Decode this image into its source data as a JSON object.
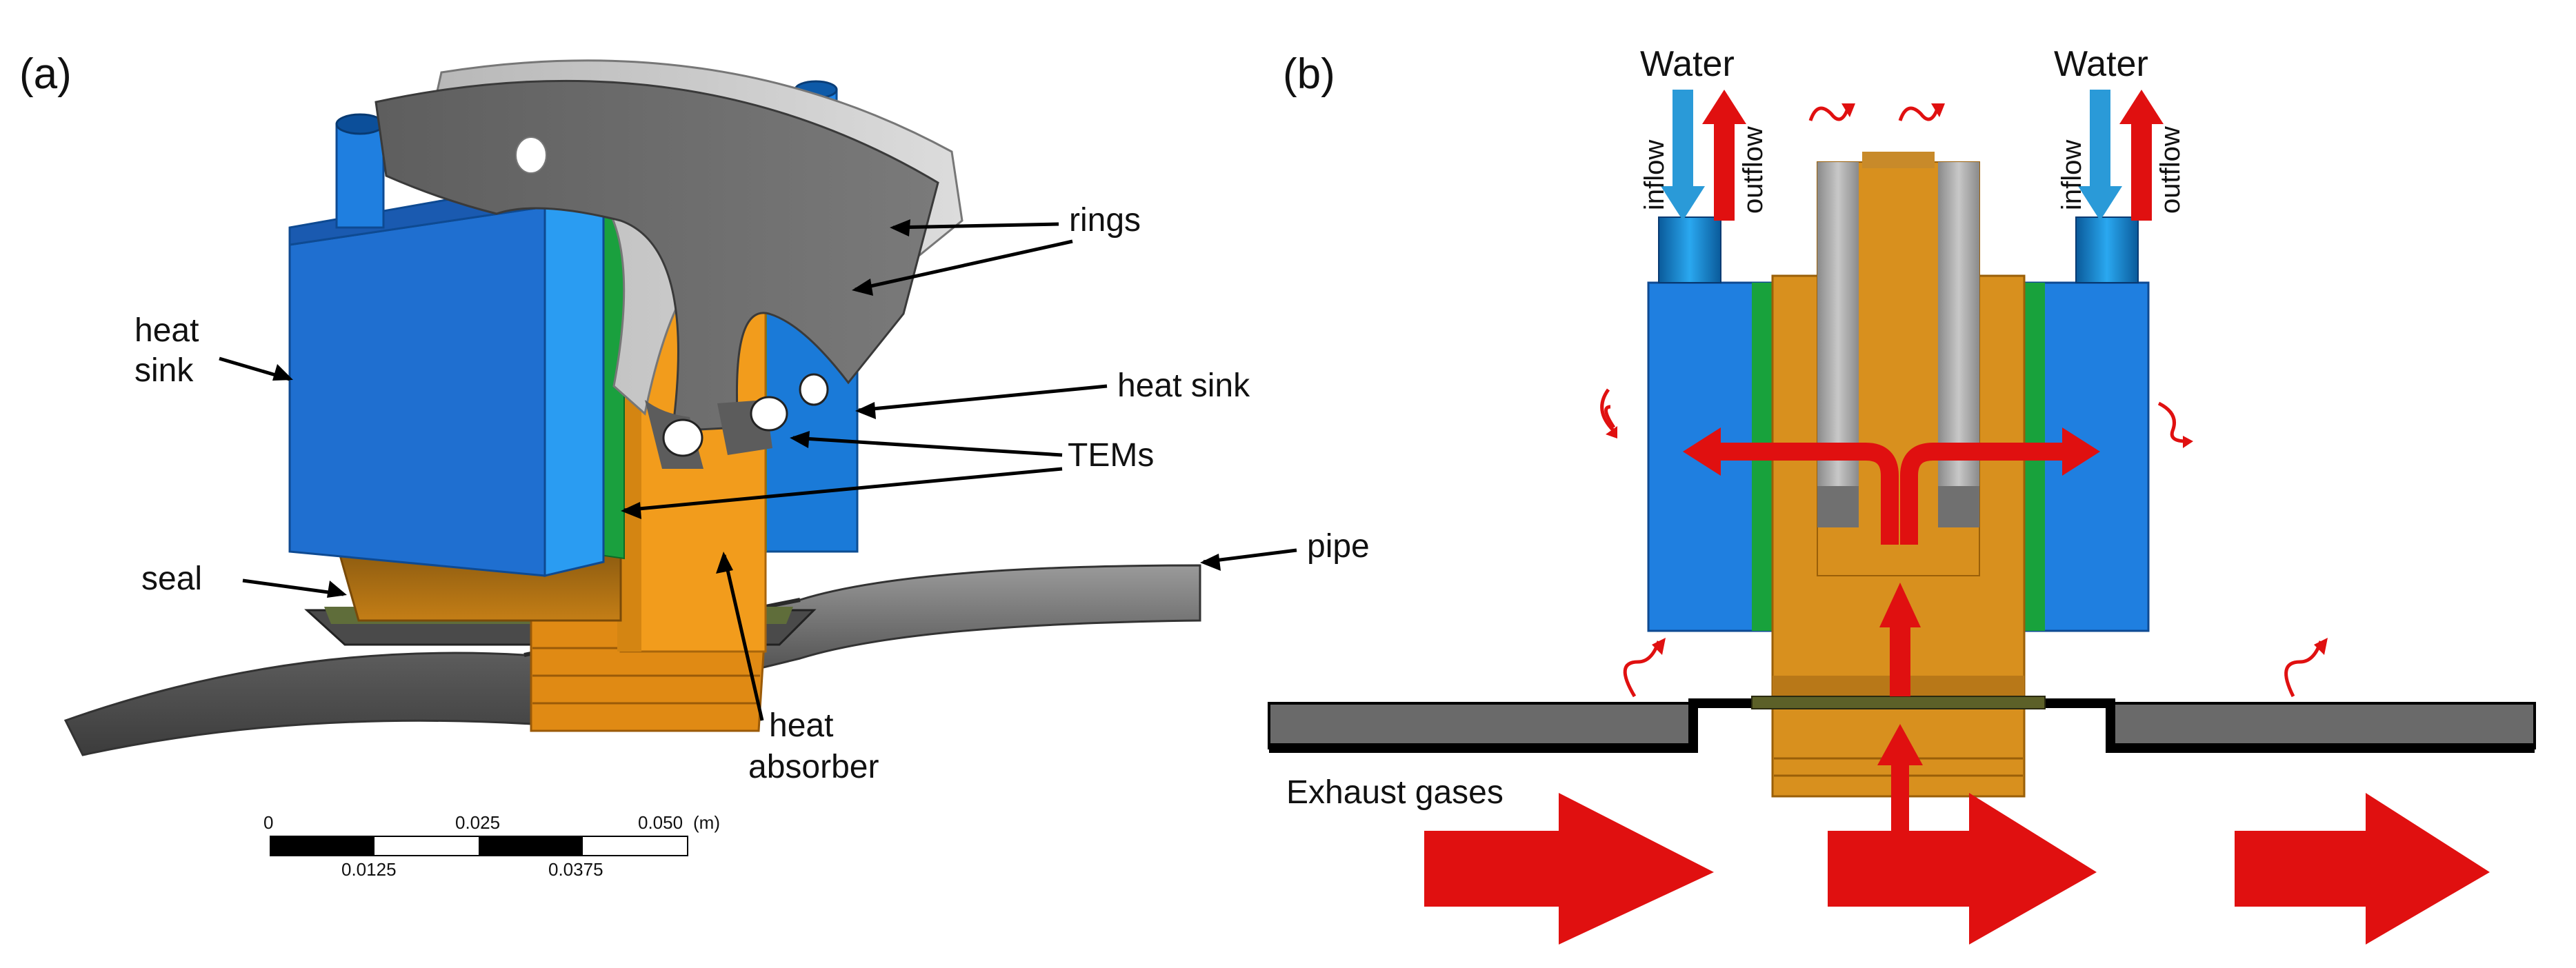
{
  "panel_a": {
    "panel_label": "(a)",
    "labels": {
      "rings": "rings",
      "heat_sink_left_line1": "heat",
      "heat_sink_left_line2": "sink",
      "heat_sink_right": "heat sink",
      "tems": "TEMs",
      "pipe": "pipe",
      "seal": "seal",
      "heat_absorber_line1": "heat",
      "heat_absorber_line2": "absorber"
    },
    "scale_bar": {
      "top_ticks": [
        "0",
        "0.025",
        "0.050"
      ],
      "unit": "(m)",
      "bottom_ticks": [
        "0.0125",
        "0.0375"
      ]
    }
  },
  "panel_b": {
    "panel_label": "(b)",
    "water_left": "Water",
    "water_right": "Water",
    "inflow": "inflow",
    "outflow": "outflow",
    "exhaust": "Exhaust gases"
  },
  "colors": {
    "blue": "#1f7fe0",
    "blue_dark": "#1558a8",
    "orange": "#f19a1a",
    "orange_flat": "#d8901e",
    "green": "#1a9a3a",
    "gray_ring": "#6a6a6a",
    "gray_pipe": "#5a5a5a",
    "red_arrow": "#e01010",
    "water_in": "#2a9ad8"
  }
}
